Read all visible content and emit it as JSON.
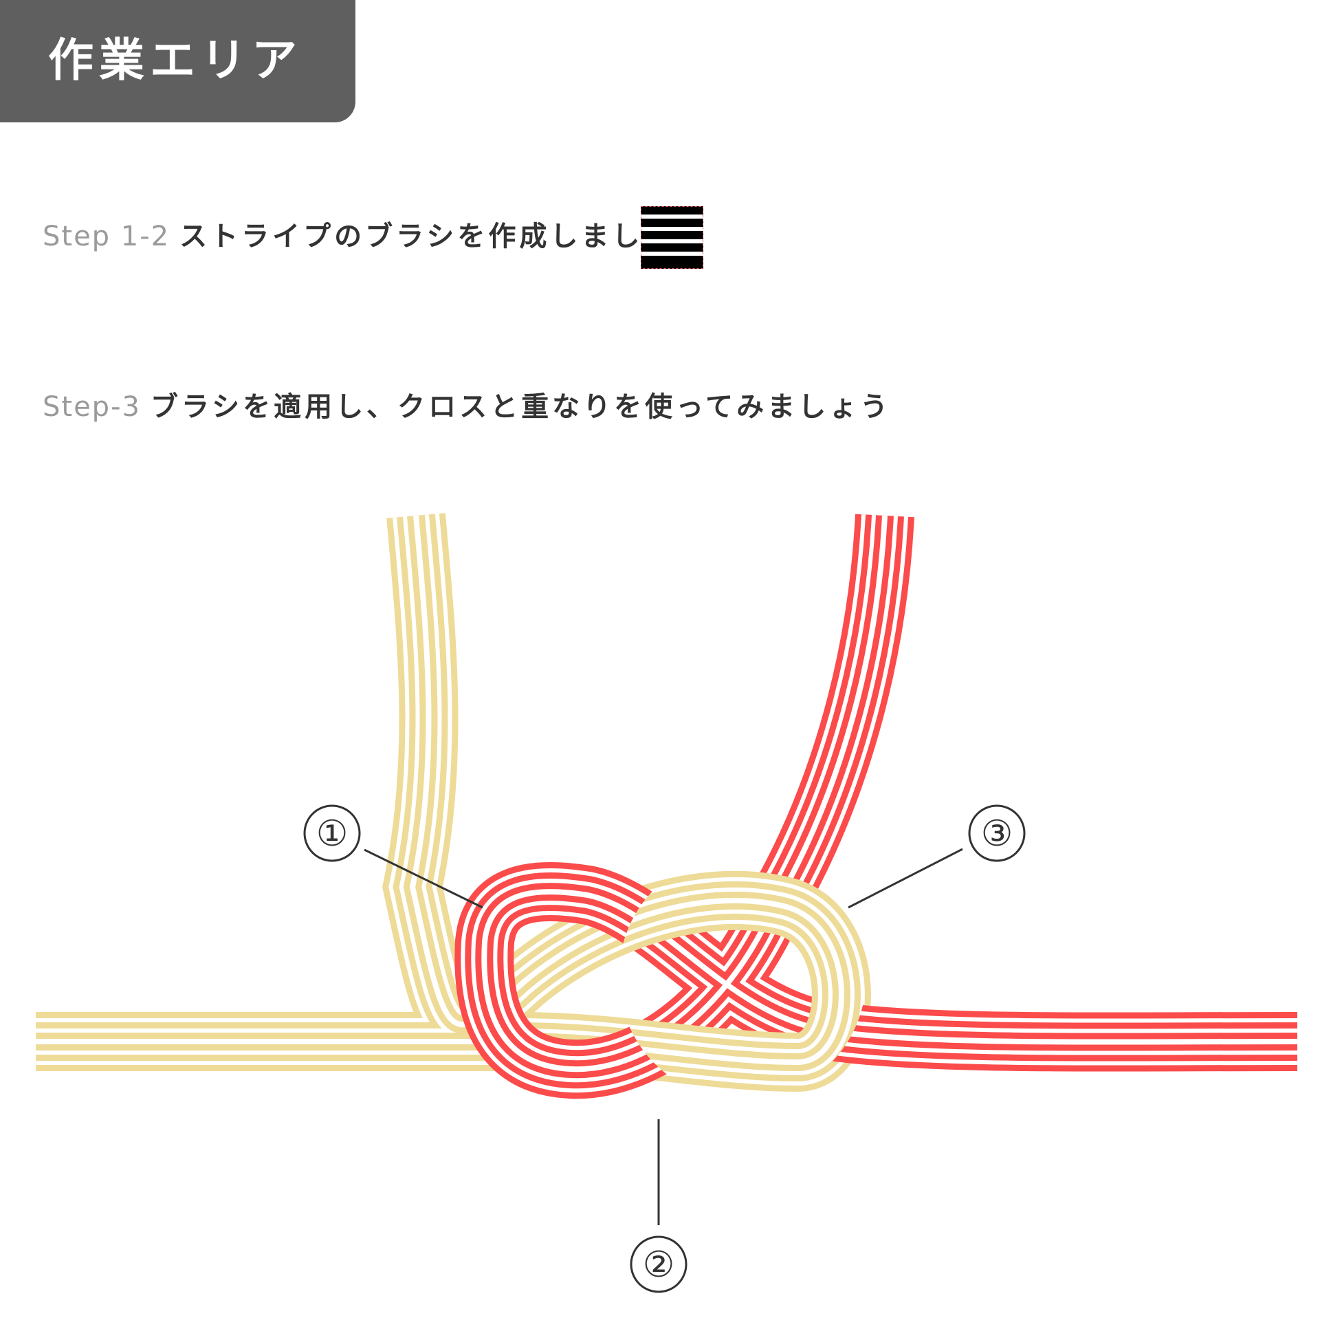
{
  "header": {
    "title": "作業エリア"
  },
  "step1": {
    "label": "Step 1-2",
    "text": "ストライプのブラシを作成しましょう"
  },
  "brush_swatch": {
    "icon": "stripe-brush-icon",
    "stripe_color": "#000000",
    "gap_color": "#ffffff"
  },
  "step3": {
    "label": "Step-3",
    "text": "ブラシを適用し、クロスと重なりを使ってみましょう"
  },
  "diagram": {
    "callouts": [
      {
        "label": "①"
      },
      {
        "label": "②"
      },
      {
        "label": "③"
      }
    ],
    "colors": {
      "gold": "#eddb97",
      "red": "#fb4b4b",
      "gap": "#ffffff",
      "leader": "#333333"
    }
  }
}
